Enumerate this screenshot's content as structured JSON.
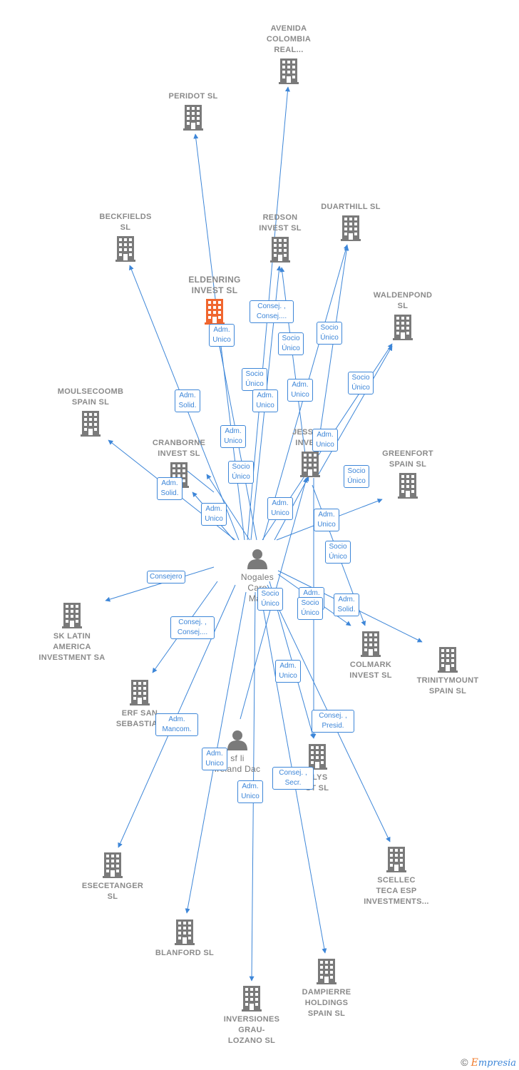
{
  "colors": {
    "edge": "#3d86d8",
    "building": "#7a7a7a",
    "focus": "#f0662f",
    "person": "#7a7a7a",
    "label": "#8a8a8a"
  },
  "nodes": {
    "avenida": {
      "label": "AVENIDA\nCOLOMBIA\nREAL...",
      "icon": "building-icon"
    },
    "peridot": {
      "label": "PERIDOT  SL",
      "icon": "building-icon"
    },
    "beckfields": {
      "label": "BECKFIELDS\nSL",
      "icon": "building-icon"
    },
    "redson": {
      "label": "REDSON\nINVEST  SL",
      "icon": "building-icon"
    },
    "duarthill": {
      "label": "DUARTHILL  SL",
      "icon": "building-icon"
    },
    "eldenring": {
      "label": "ELDENRING\nINVEST  SL",
      "icon": "building-icon"
    },
    "waldenpond": {
      "label": "WALDENPOND\nSL",
      "icon": "building-icon"
    },
    "moulsecoomb": {
      "label": "MOULSECOOMB\nSPAIN  SL",
      "icon": "building-icon"
    },
    "cranborne": {
      "label": "CRANBORNE\nINVEST  SL",
      "icon": "building-icon"
    },
    "jessing": {
      "label": "JESSING\nINVEST",
      "icon": "building-icon"
    },
    "greenfort": {
      "label": "GREENFORT\nSPAIN  SL",
      "icon": "building-icon"
    },
    "nogales": {
      "label": "Nogales\nCaro\nMan",
      "icon": "person-icon"
    },
    "sklatin": {
      "label": "SK LATIN\nAMERICA\nINVESTMENT SA",
      "icon": "building-icon"
    },
    "colmark": {
      "label": "COLMARK\nINVEST  SL",
      "icon": "building-icon"
    },
    "trinitymount": {
      "label": "TRINITYMOUNT\nSPAIN  SL",
      "icon": "building-icon"
    },
    "erf": {
      "label": "ERF SAN\nSEBASTIAN",
      "icon": "building-icon"
    },
    "sfli": {
      "label": "sf li\nIreland Dac",
      "icon": "person-icon"
    },
    "elys": {
      "label": "ELYS\nST  SL",
      "icon": "building-icon"
    },
    "esecetanger": {
      "label": "ESECETANGER\nSL",
      "icon": "building-icon"
    },
    "scellec": {
      "label": "SCELLEC\nTECA ESP\nINVESTMENTS...",
      "icon": "building-icon"
    },
    "blanford": {
      "label": "BLANFORD  SL",
      "icon": "building-icon"
    },
    "dampierre": {
      "label": "DAMPIERRE\nHOLDINGS\nSPAIN SL",
      "icon": "building-icon"
    },
    "inversiones": {
      "label": "INVERSIONES\nGRAU-\nLOZANO  SL",
      "icon": "building-icon"
    }
  },
  "relations": {
    "r1": "Consej. ,\nConsej....",
    "r2": "Adm.\nUnico",
    "r3": "Socio\nÚnico",
    "r4": "Socio\nÚnico",
    "r5": "Socio\nÚnico",
    "r6": "Adm.\nUnico",
    "r7": "Adm.\nUnico",
    "r8": "Socio\nÚnico",
    "r9": "Adm.\nSolid.",
    "r10": "Adm.\nUnico",
    "r11": "Adm.\nUnico",
    "r12": "Socio\nÚnico",
    "r13": "Socio\nÚnico",
    "r14": "Adm.\nSolid.",
    "r15": "Adm.\nUnico",
    "r16": "Adm.\nUnico",
    "r17": "Adm.\nUnico",
    "r18": "Socio\nÚnico",
    "r19": "Consejero",
    "r20": "Socio\nÚnico",
    "r21": "Adm.\nUnico",
    "r22": "Socio\nÚnico",
    "r23": "Adm.\nSolid.",
    "r24": "Consej. ,\nConsej....",
    "r25": "Adm.\nUnico",
    "r26": "Consej. ,\nPresid.",
    "r27": "Adm.\nMancom.",
    "r28": "Adm.\nUnico",
    "r29": "Consej. ,\nSecr.",
    "r30": "Adm.\nUnico"
  },
  "footer": {
    "copyright": "©",
    "brand_initial": "E",
    "brand_rest": "mpresia"
  }
}
